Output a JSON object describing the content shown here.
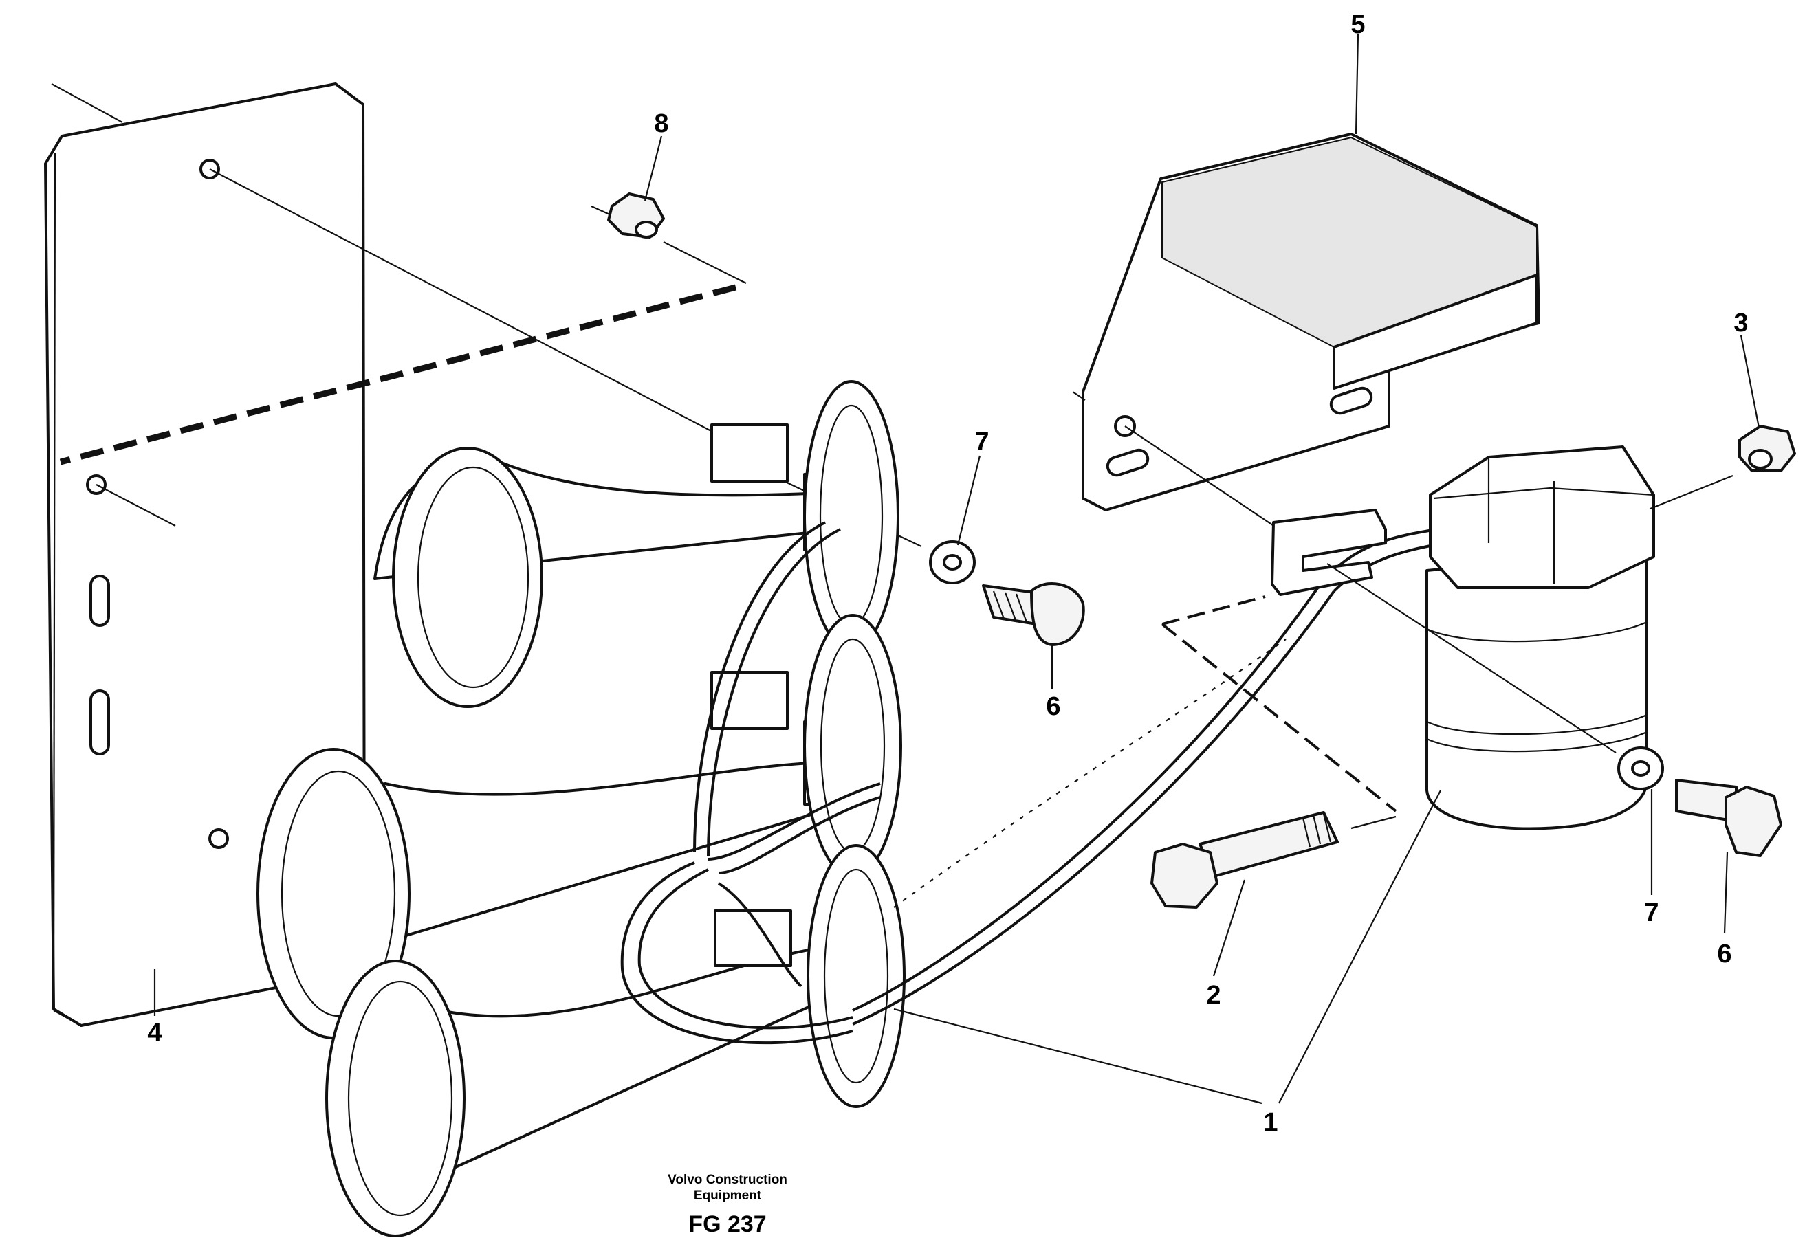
{
  "callouts": {
    "c1": "1",
    "c2": "2",
    "c3": "3",
    "c4": "4",
    "c5": "5",
    "c6a": "6",
    "c6b": "6",
    "c7a": "7",
    "c7b": "7",
    "c8": "8"
  },
  "caption": {
    "line1": "Volvo Construction",
    "line2": "Equipment",
    "figure_code": "FG 237"
  },
  "colors": {
    "ink": "#111111",
    "paper": "#ffffff"
  }
}
